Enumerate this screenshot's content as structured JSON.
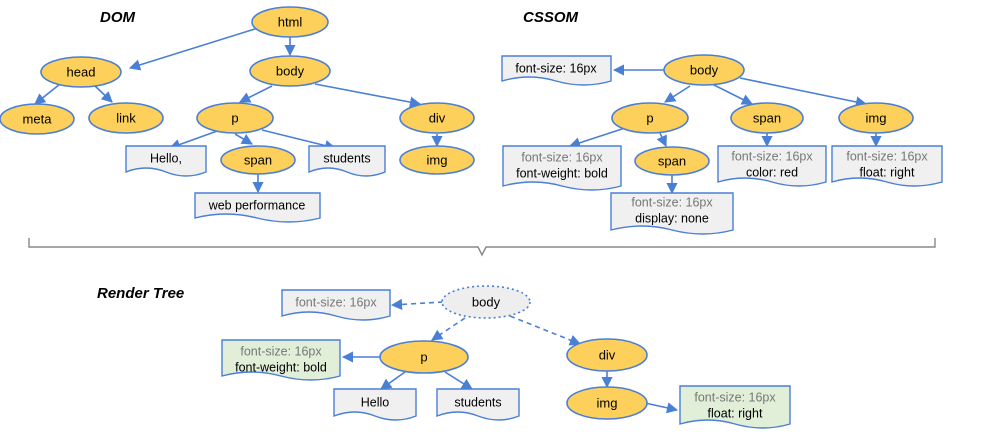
{
  "titles": {
    "dom": "DOM",
    "cssom": "CSSOM",
    "render": "Render Tree"
  },
  "dom": {
    "html": "html",
    "head": "head",
    "body": "body",
    "meta": "meta",
    "link": "link",
    "p": "p",
    "div": "div",
    "hello": "Hello,",
    "span": "span",
    "students": "students",
    "img": "img",
    "web_performance": "web performance"
  },
  "cssom": {
    "body": "body",
    "body_style": "font-size: 16px",
    "p": "p",
    "span": "span",
    "img": "img",
    "p_style_1": "font-size: 16px",
    "p_style_2": "font-weight: bold",
    "p_span": "span",
    "p_span_style_1": "font-size: 16px",
    "p_span_style_2": "display: none",
    "span_style_1": "font-size: 16px",
    "span_style_2": "color: red",
    "img_style_1": "font-size: 16px",
    "img_style_2": "float: right"
  },
  "render": {
    "body": "body",
    "body_style": "font-size: 16px",
    "p": "p",
    "div": "div",
    "p_style_1": "font-size: 16px",
    "p_style_2": "font-weight: bold",
    "hello": "Hello",
    "students": "students",
    "img": "img",
    "img_style_1": "font-size: 16px",
    "img_style_2": "float: right"
  },
  "colors": {
    "node_fill": "#fcd05a",
    "edge": "#4a7fd6",
    "doc_fill": "#f0f0f0",
    "doc_green": "#e1efd9"
  }
}
